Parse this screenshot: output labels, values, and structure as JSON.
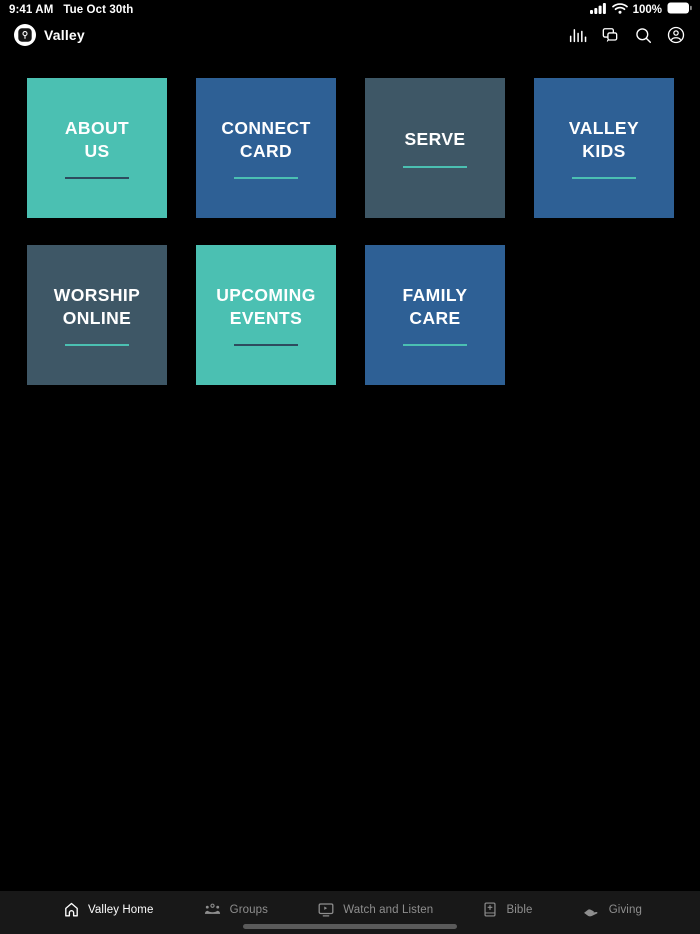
{
  "status_bar": {
    "time": "9:41 AM",
    "date": "Tue Oct 30th",
    "battery_percent": "100%"
  },
  "header": {
    "app_name": "Valley"
  },
  "colors": {
    "teal": "#4BC0B2",
    "blue": "#2E6095",
    "slate": "#3E5766",
    "dark_line": "#2E4B5E",
    "background": "#000000",
    "tab_bar_bg": "#181818",
    "active_tab": "#FDFDFD",
    "inactive_tab": "#8E8E8E"
  },
  "tiles": [
    {
      "label": "ABOUT\nUS",
      "bg": "teal",
      "underline": "dark_line"
    },
    {
      "label": "CONNECT\nCARD",
      "bg": "blue",
      "underline": "teal"
    },
    {
      "label": "SERVE",
      "bg": "slate",
      "underline": "teal"
    },
    {
      "label": "VALLEY\nKIDS",
      "bg": "blue",
      "underline": "teal"
    },
    {
      "label": "WORSHIP\nONLINE",
      "bg": "slate",
      "underline": "teal"
    },
    {
      "label": "UPCOMING\nEVENTS",
      "bg": "teal",
      "underline": "dark_line"
    },
    {
      "label": "FAMILY\nCARE",
      "bg": "blue",
      "underline": "teal"
    }
  ],
  "tab_bar": {
    "items": [
      {
        "label": "Valley Home",
        "icon": "home-icon",
        "active": true
      },
      {
        "label": "Groups",
        "icon": "groups-icon",
        "active": false
      },
      {
        "label": "Watch and Listen",
        "icon": "watch-listen-icon",
        "active": false
      },
      {
        "label": "Bible",
        "icon": "bible-icon",
        "active": false
      },
      {
        "label": "Giving",
        "icon": "giving-icon",
        "active": false
      }
    ]
  }
}
